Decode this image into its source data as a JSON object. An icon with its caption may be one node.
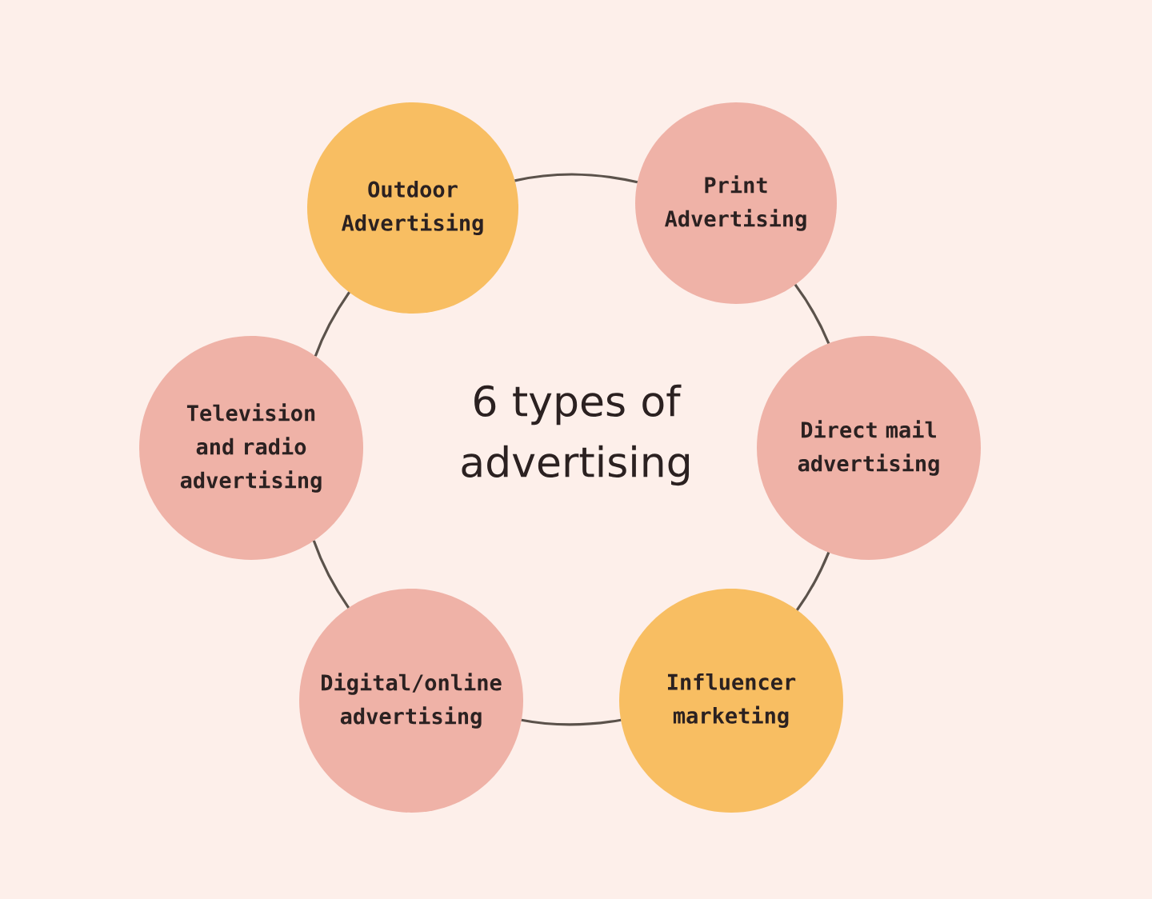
{
  "diagram": {
    "title": "6 types of advertising",
    "nodes": [
      {
        "text": [
          "Outdoor Advertising"
        ]
      },
      {
        "text": [
          "Print Advertising"
        ]
      },
      {
        "text": [
          "Television and radio advertising"
        ]
      },
      {
        "text": [
          "Direct mail advertising"
        ]
      },
      {
        "text": [
          "Digital/online advertising"
        ]
      },
      {
        "text": [
          "Influencer marketing"
        ]
      }
    ],
    "edges": [
      {
        "from": 0,
        "to": 1,
        "arrow": "none"
      },
      {
        "from": 1,
        "to": 3,
        "arrow": "none"
      },
      {
        "from": 3,
        "to": 5,
        "arrow": "none"
      },
      {
        "from": 5,
        "to": 4,
        "arrow": "none"
      },
      {
        "from": 4,
        "to": 2,
        "arrow": "none"
      },
      {
        "from": 2,
        "to": 0,
        "arrow": "none"
      }
    ]
  }
}
